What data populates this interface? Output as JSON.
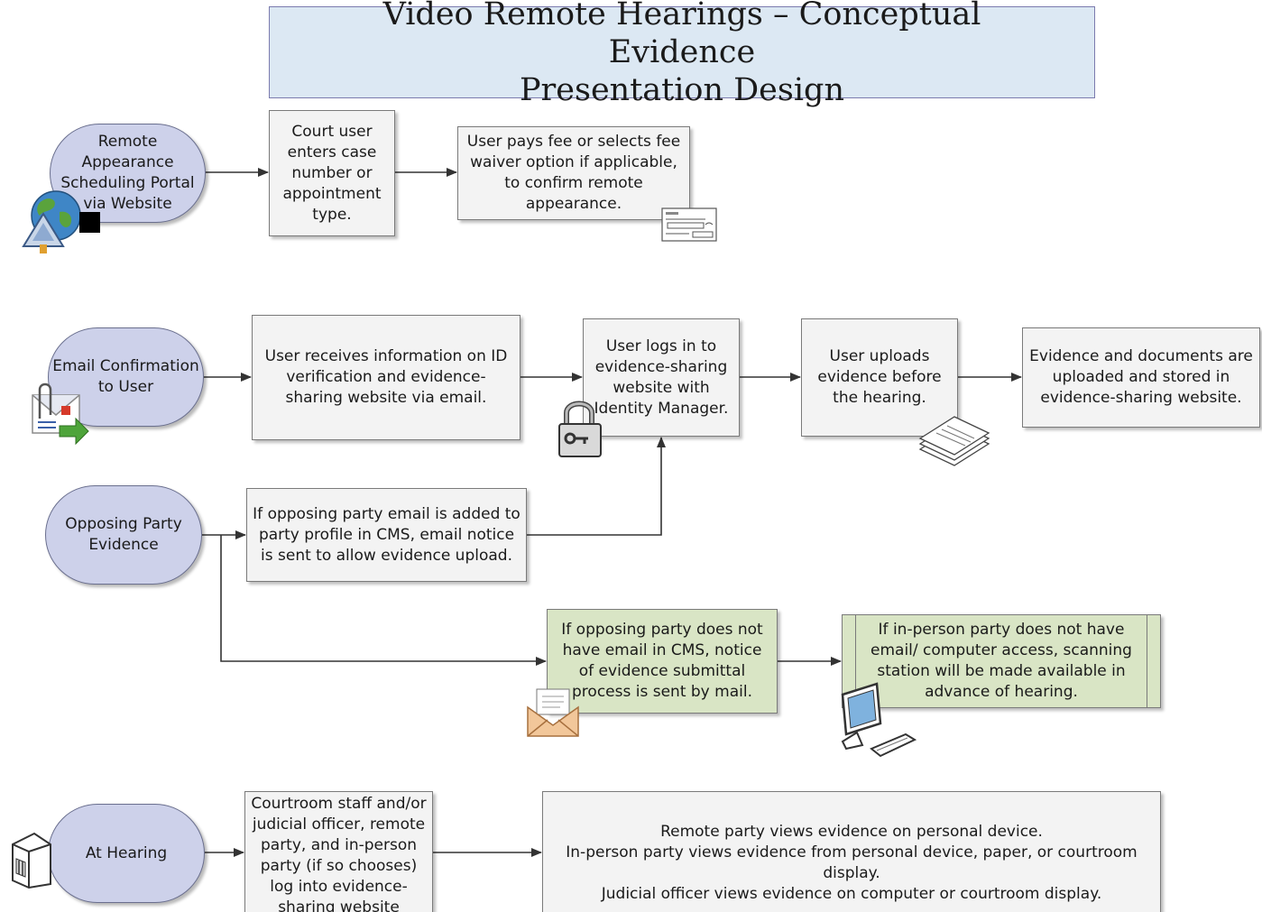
{
  "title": {
    "line1": "Video Remote Hearings – Conceptual Evidence",
    "line2": "Presentation Design"
  },
  "lanes": {
    "scheduling": "Remote Appearance Scheduling Portal via Website",
    "email_confirmation": "Email Confirmation to User",
    "opposing_party": "Opposing Party Evidence",
    "at_hearing": "At Hearing"
  },
  "steps": {
    "enter_case": "Court user enters case number or appointment type.",
    "pay_fee": "User pays fee or selects fee waiver option if applicable, to confirm remote appearance.",
    "receive_info": "User receives information on ID verification and evidence-sharing website via email.",
    "log_in": "User logs in to evidence-sharing website with Identity Manager.",
    "upload": "User uploads evidence before the hearing.",
    "stored": "Evidence and documents are uploaded and stored in evidence-sharing website.",
    "opposing_email": "If opposing party email is added to party profile in CMS, email notice is sent to allow evidence upload.",
    "opposing_mail": "If opposing party does not have email  in CMS, notice of evidence submittal process is sent by mail.",
    "scanning_station": "If in-person party does not have email/ computer access, scanning station will be made available in advance of hearing.",
    "hearing_login": "Courtroom staff and/or judicial officer, remote party, and in-person party (if so chooses) log into evidence-sharing website",
    "hearing_view": "Remote party views evidence on personal device.\nIn-person party views evidence from personal device,  paper, or courtroom display.\nJudicial officer views evidence on computer or courtroom display."
  },
  "icons": {
    "scheduling": "globe-icon",
    "payment": "check-document-icon",
    "email": "email-attachment-icon",
    "lock": "padlock-icon",
    "documents": "document-stack-icon",
    "mail": "envelope-icon",
    "computer": "computer-icon",
    "courthouse": "courthouse-icon"
  },
  "colors": {
    "oval_fill": "#cdd1ea",
    "box_fill": "#f3f3f3",
    "green_fill": "#d9e5c5",
    "title_fill": "#dce8f3"
  }
}
